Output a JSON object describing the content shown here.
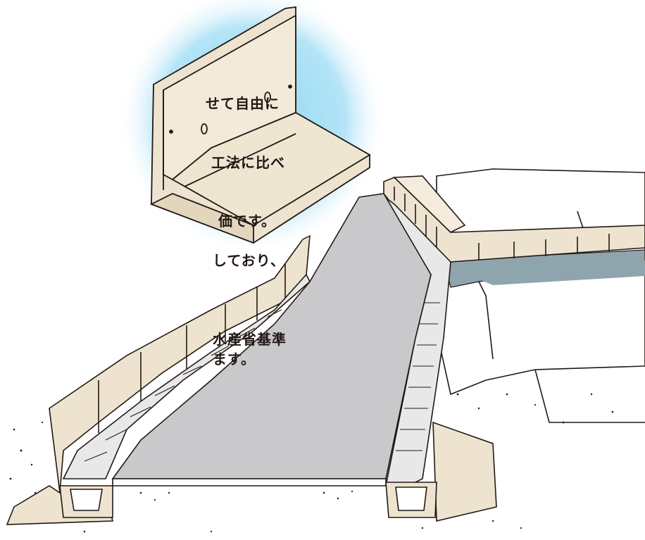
{
  "text_lines": [
    "せて自由に",
    "工法に比べ",
    "価です。",
    "しており、",
    "水産省基準",
    "ます。"
  ],
  "colors": {
    "concrete": "#ede3cf",
    "road": "#c9c9cb",
    "water": "#8fa5ad",
    "highlight_circle": "#a8dff5",
    "outline": "#231815"
  }
}
